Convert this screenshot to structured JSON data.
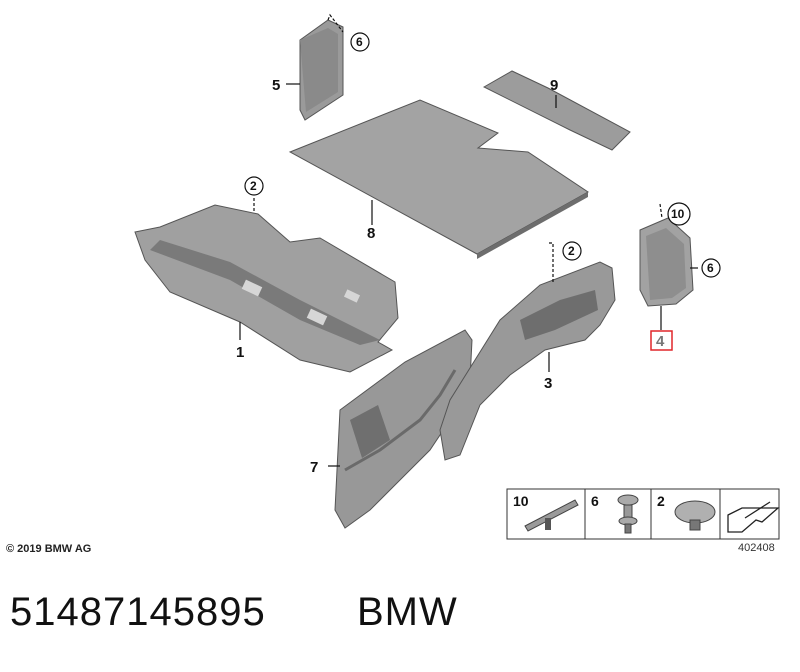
{
  "callouts": {
    "c1": "1",
    "c2a": "2",
    "c2b": "2",
    "c3": "3",
    "c4": "4",
    "c5": "5",
    "c6a": "6",
    "c6b": "6",
    "c7": "7",
    "c8": "8",
    "c9": "9",
    "c10": "10"
  },
  "legend": {
    "item1": "10",
    "item2": "6",
    "item3": "2"
  },
  "copyright": "© 2019 BMW AG",
  "drawing_number": "402408",
  "part_number": "51487145895",
  "brand": "BMW",
  "colors": {
    "part_fill": "#9a9a9a",
    "part_dark": "#6e6e6e",
    "highlight": "#e0262a"
  }
}
